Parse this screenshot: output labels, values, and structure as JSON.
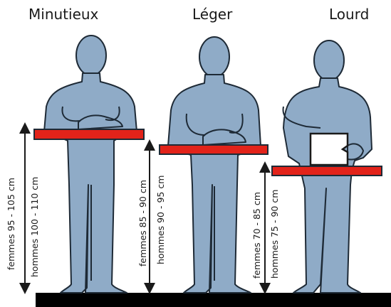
{
  "columns": [
    {
      "title": "Minutieux",
      "range_women": "femmes 95 - 105 cm",
      "range_men": "hommes 100 - 110 cm"
    },
    {
      "title": "Léger",
      "range_women": "femmes 85 - 90 cm",
      "range_men": "hommes 90 - 95 cm"
    },
    {
      "title": "Lourd",
      "range_women": "femmes 70 - 85 cm",
      "range_men": "hommes 75 - 90 cm"
    }
  ],
  "colors": {
    "figure": "#8fabc7",
    "outline": "#1e2a36",
    "worktop": "#e2231a",
    "floor": "#000000"
  }
}
